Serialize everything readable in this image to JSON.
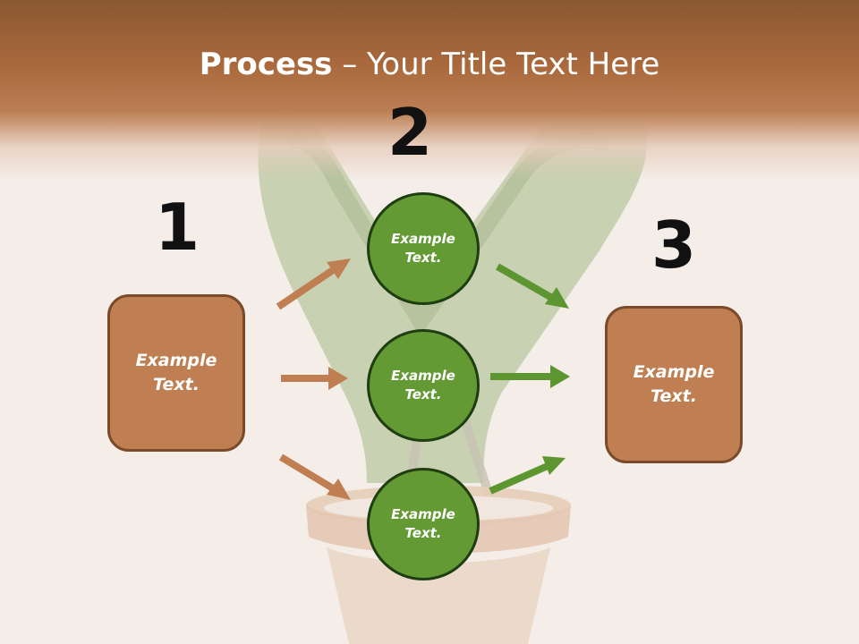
{
  "title": {
    "bold": "Process",
    "rest": " – Your Title Text Here"
  },
  "steps": [
    "1",
    "2",
    "3"
  ],
  "boxes": [
    {
      "label": "Example\nText."
    },
    {
      "label": "Example\nText."
    }
  ],
  "circles": [
    {
      "label": "Example\nText."
    },
    {
      "label": "Example\nText."
    },
    {
      "label": "Example\nText."
    }
  ],
  "colors": {
    "header": "#a8683c",
    "box_fill": "#c07f52",
    "box_border": "#7a4a2a",
    "circle_fill": "#649a34",
    "circle_border": "#1e3d10",
    "arrow_left": "#c07f52",
    "arrow_right": "#5d9630"
  }
}
